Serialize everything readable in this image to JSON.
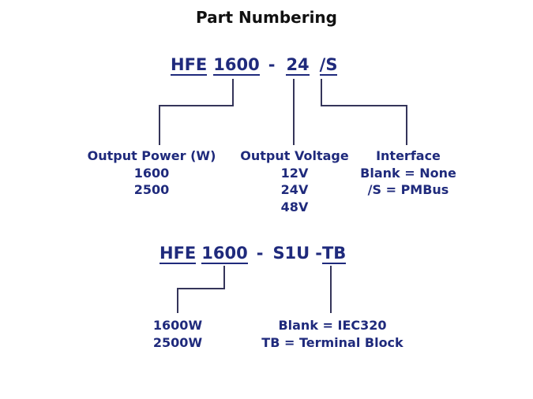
{
  "title": "Part Numbering",
  "colors": {
    "navy_text": "#1f2a7c",
    "connector_line": "#35355a",
    "title_text": "#111111",
    "background": "#ffffff"
  },
  "diagram1": {
    "part_number": {
      "segments": [
        {
          "text": "HFE",
          "underline": true
        },
        {
          "text": "1600",
          "underline": true
        },
        {
          "text": "-",
          "underline": false
        },
        {
          "text": "24",
          "underline": true
        },
        {
          "text": "/S",
          "underline": true
        }
      ]
    },
    "columns": [
      {
        "header": "Output Power (W)",
        "options": [
          "1600",
          "2500"
        ]
      },
      {
        "header": "Output Voltage",
        "options": [
          "12V",
          "24V",
          "48V"
        ]
      },
      {
        "header": "Interface",
        "options": [
          "Blank = None",
          "/S = PMBus"
        ]
      }
    ]
  },
  "diagram2": {
    "part_number": {
      "segments": [
        {
          "text": "HFE",
          "underline": true
        },
        {
          "text": "1600",
          "underline": true
        },
        {
          "text": "-",
          "underline": false
        },
        {
          "text": "S1U",
          "underline": false
        },
        {
          "text": "-",
          "underline": false
        },
        {
          "text": "TB",
          "underline": true
        }
      ]
    },
    "columns": [
      {
        "options": [
          "1600W",
          "2500W"
        ]
      },
      {
        "options": [
          "Blank = IEC320",
          "TB = Terminal Block"
        ]
      }
    ]
  }
}
